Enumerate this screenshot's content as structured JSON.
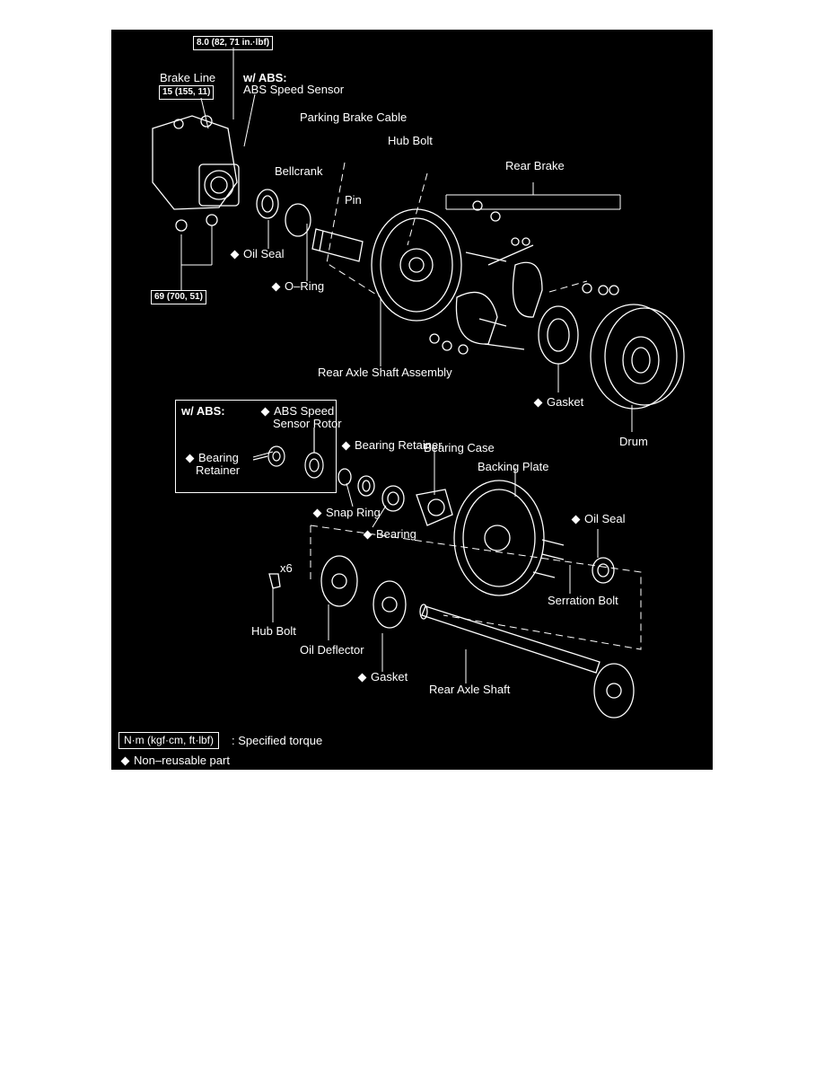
{
  "torques": {
    "abs_bolt": "8.0 (82, 71 in.·lbf)",
    "brake_line": "15 (155, 11)",
    "mount": "69 (700, 51)"
  },
  "labels": {
    "brake_line": "Brake Line",
    "w_abs": "w/ ABS:",
    "abs_speed_sensor": "ABS Speed Sensor",
    "parking_brake_cable": "Parking Brake Cable",
    "hub_bolt_top": "Hub Bolt",
    "rear_brake": "Rear Brake",
    "bellcrank": "Bellcrank",
    "pin": "Pin",
    "oil_seal_top": "Oil Seal",
    "o_ring": "O–Ring",
    "rear_axle_shaft_assembly": "Rear Axle Shaft Assembly",
    "gasket_top": "Gasket",
    "drum": "Drum",
    "bearing_retainer": "Bearing Retainer",
    "bearing_case": "Bearing Case",
    "backing_plate": "Backing Plate",
    "snap_ring": "Snap Ring",
    "bearing": "Bearing",
    "oil_seal_bottom": "Oil Seal",
    "x6": "x6",
    "serration_bolt": "Serration Bolt",
    "hub_bolt_bottom": "Hub Bolt",
    "oil_deflector": "Oil Deflector",
    "gasket_bottom": "Gasket",
    "rear_axle_shaft": "Rear Axle Shaft"
  },
  "inset": {
    "title": "w/ ABS:",
    "abs_speed_sensor_rotor_line1": "ABS Speed",
    "abs_speed_sensor_rotor_line2": "Sensor Rotor",
    "bearing_retainer_line1": "Bearing",
    "bearing_retainer_line2": "Retainer"
  },
  "legend": {
    "torque_unit_box": "N·m (kgf·cm, ft·lbf)",
    "torque_desc": ": Specified torque",
    "nonreusable": "Non–reusable part"
  }
}
